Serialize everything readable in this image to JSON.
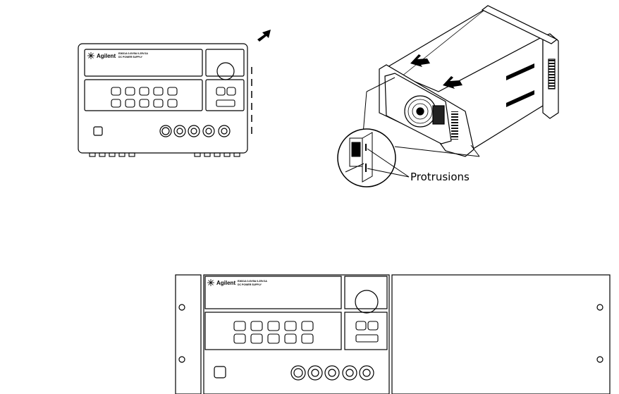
{
  "brand": "Agilent",
  "model_line1": "E3631A  0-6V/5A  0-25V/1A",
  "model_line2": "DC POWER SUPPLY",
  "rack_model_line1": "E3631A  0-6V/5A  0-25V/1A",
  "rack_model_line2": "DC POWER SUPPLY",
  "callout_label": "Protrusions"
}
